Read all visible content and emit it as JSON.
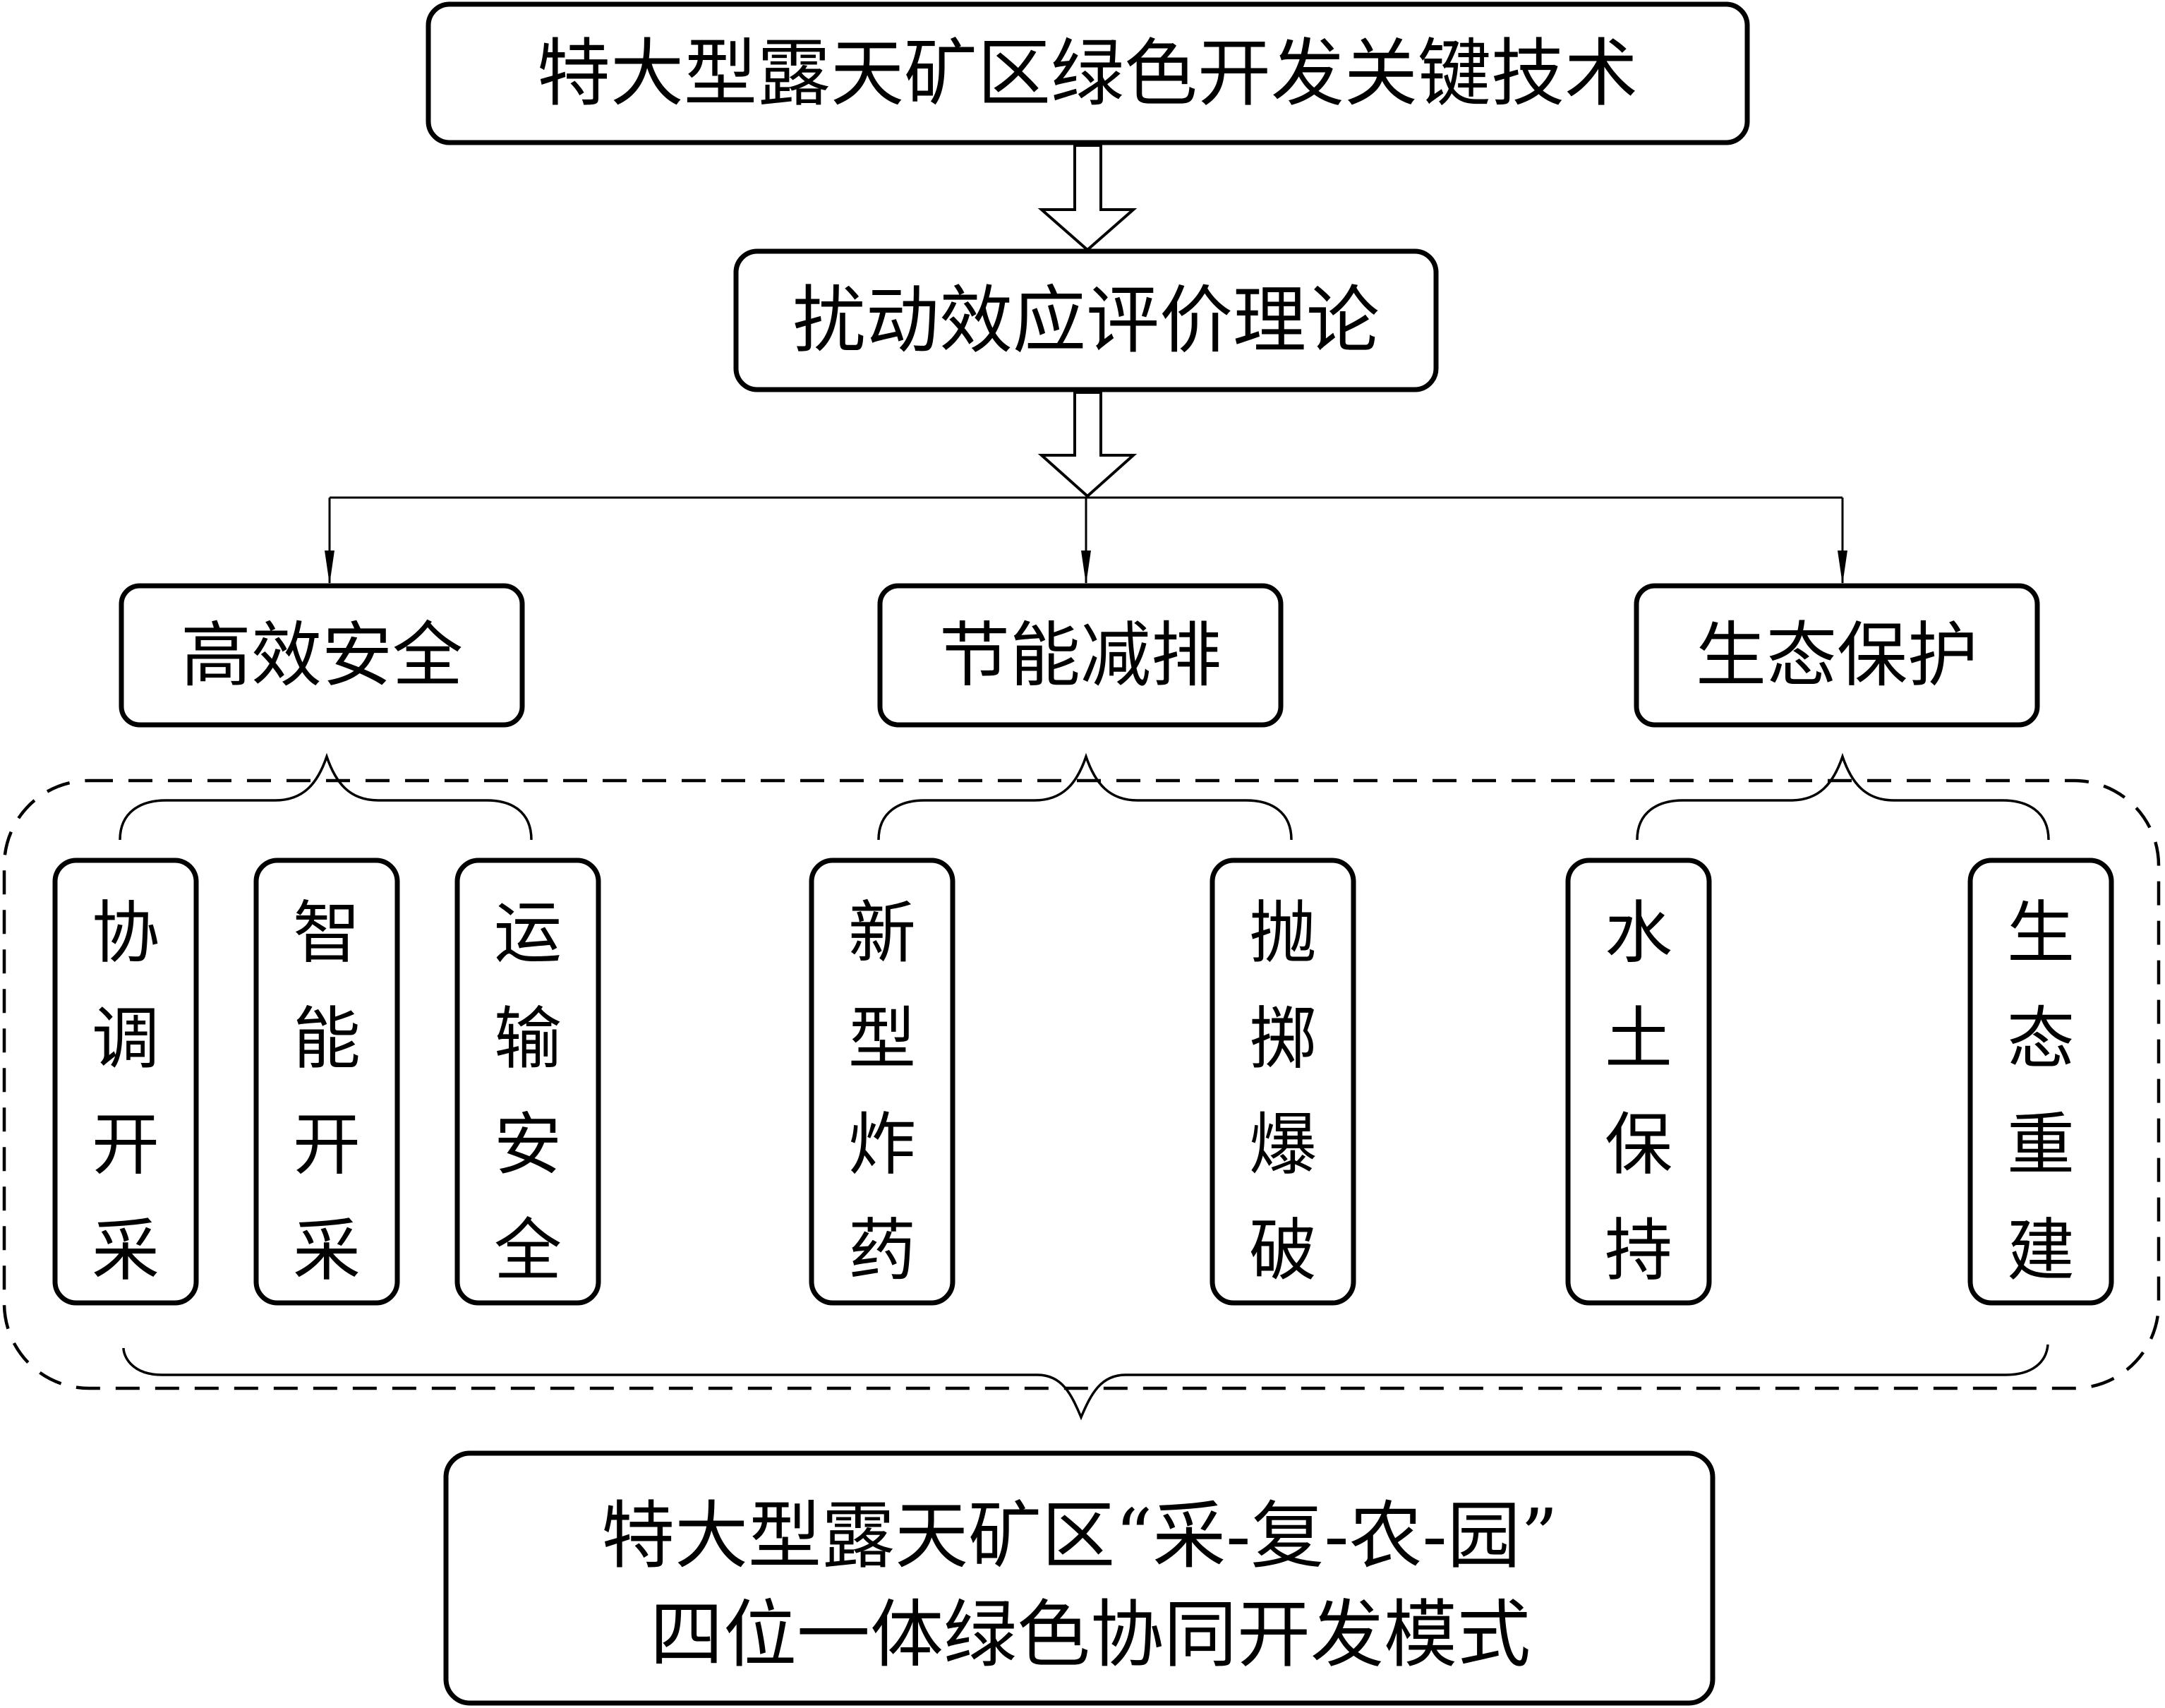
{
  "diagram": {
    "root": {
      "label": "特大型露天矿区绿色开发关键技术"
    },
    "theory": {
      "label": "扰动效应评价理论"
    },
    "categories": [
      {
        "label": "高效安全",
        "items": [
          "协调开采",
          "智能开采",
          "运输安全"
        ]
      },
      {
        "label": "节能减排",
        "items": [
          "新型炸药",
          "抛掷爆破"
        ]
      },
      {
        "label": "生态保护",
        "items": [
          "水土保持",
          "生态重建"
        ]
      }
    ],
    "result": {
      "line1": "特大型露天矿区“采-复-农-园”",
      "line2": "四位一体绿色协同开发模式"
    },
    "colors": {
      "stroke": "#000000",
      "background": "#ffffff"
    }
  }
}
